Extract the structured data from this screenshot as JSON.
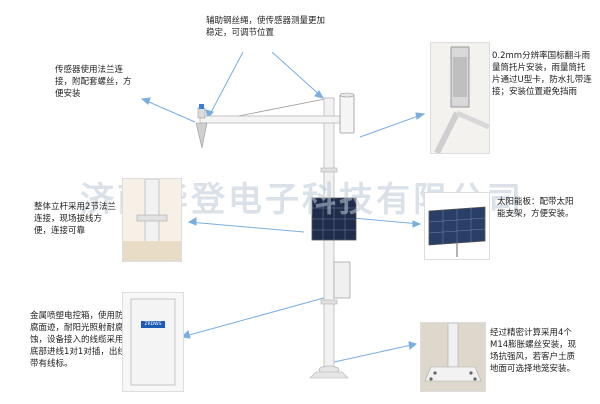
{
  "captions": {
    "guy_wire": "辅助钢丝绳，使传感器测量更加稳定，可调节位置",
    "flange": "传感器使用法兰连接，附配套螺丝，方便安装",
    "rain_gauge": "0.2mm分辨率国标翻斗雨量筒托片安装，雨量筒托片通过U型卡，防水扎带连接；安装位置避免挡雨",
    "pole": "整体立杆采用2节法兰连接，现场拔线方便，连接可靠",
    "solar": "太阳能板：配带太阳能支架，方便安装。",
    "box": "金属喷塑电控箱，使用防腐面迹，耐阳光照射耐腐蚀，设备接入的线缆采用底部进线1对1对插，出线带有线标。",
    "base": "经过精密计算采用4个M14膨胀螺丝安装，现场抗强风，若客户土质地面可选择地笼安装。"
  },
  "watermark": "济南华登电子科技有限公司",
  "box_label": "ZRDWS",
  "colors": {
    "arrow": "#7aaee0",
    "pole": "#f2f2f2",
    "pole_edge": "#b8b8b8",
    "panel": "#1f2d4a"
  }
}
